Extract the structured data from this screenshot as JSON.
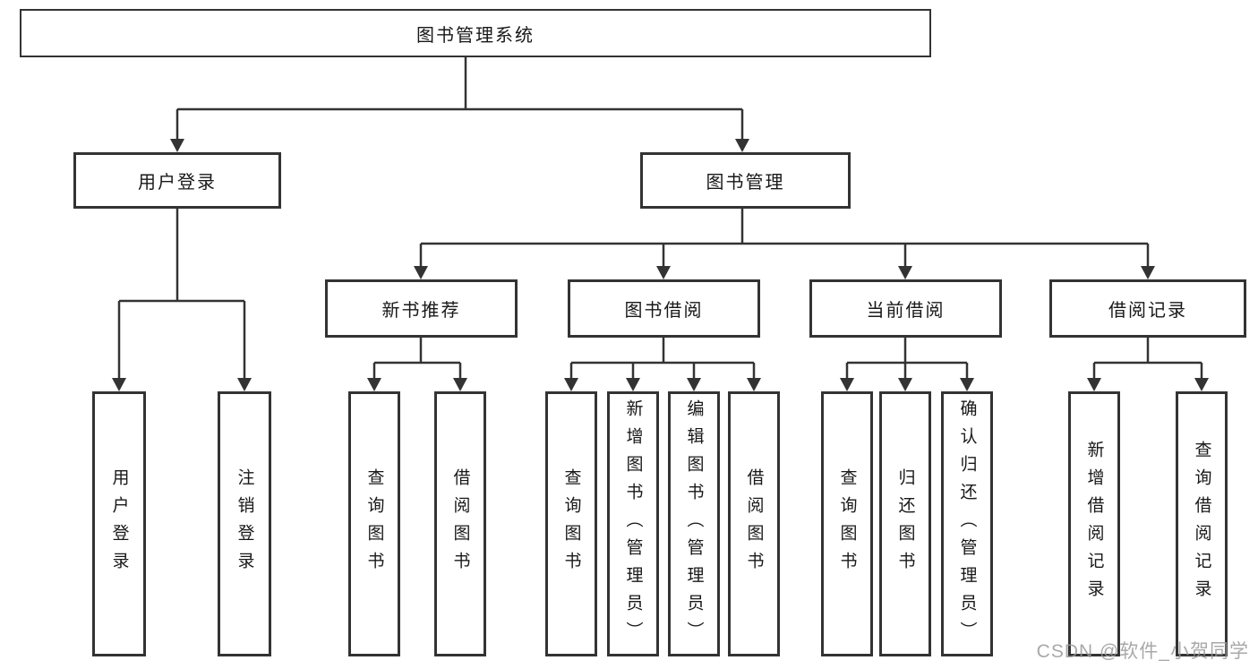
{
  "watermark": "CSDN @软件_小贺同学",
  "nodes": {
    "root": "图书管理系统",
    "user_login": "用户登录",
    "book_mgmt": "图书管理",
    "new_book_rec": "新书推荐",
    "book_borrow": "图书借阅",
    "current_borrow": "当前借阅",
    "borrow_records": "借阅记录",
    "user_login_leaf": "用户登录",
    "logout_leaf": "注销登录",
    "nbr_query_books": "查询图书",
    "nbr_borrow_books": "借阅图书",
    "bb_query_books": "查询图书",
    "bb_add_books": "新增图书（管理员）",
    "bb_edit_books": "编辑图书（管理员）",
    "bb_borrow_books": "借阅图书",
    "cb_query_books": "查询图书",
    "cb_return_books": "归还图书",
    "cb_confirm_return": "确认归还（管理员）",
    "br_add_record": "新增借阅记录",
    "br_query_record": "查询借阅记录"
  }
}
